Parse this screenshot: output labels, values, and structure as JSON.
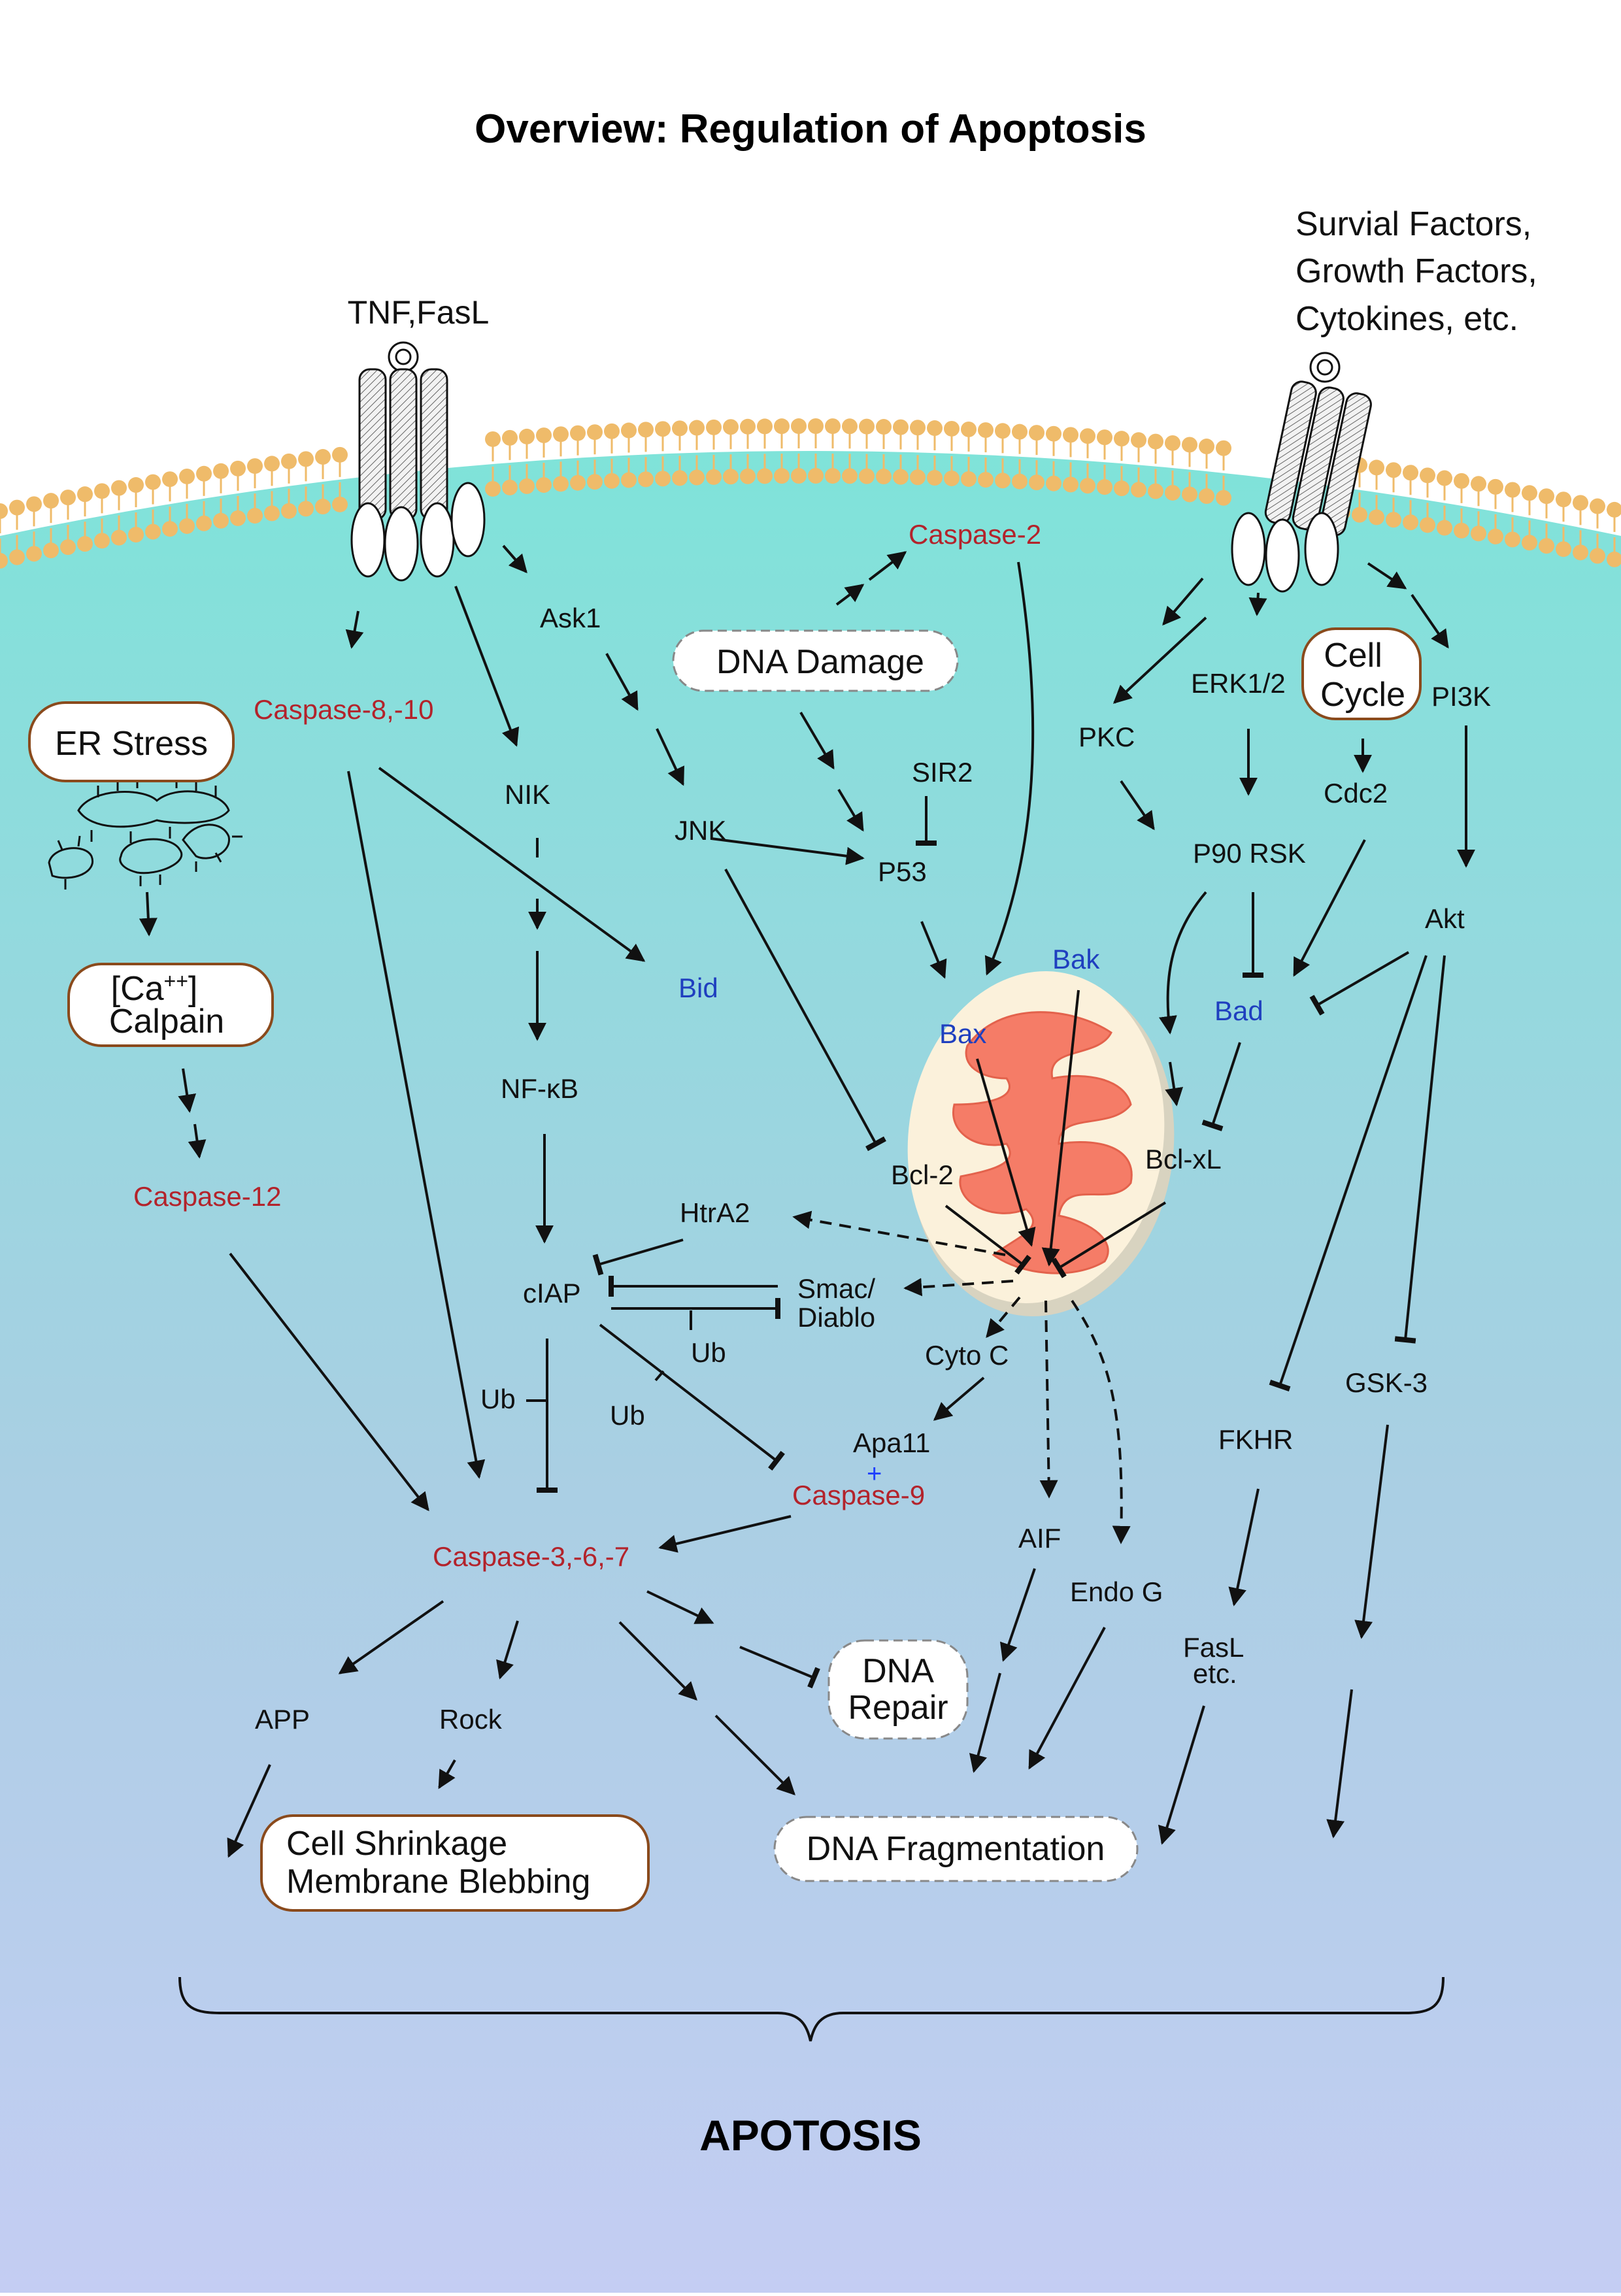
{
  "title": "Overview: Regulation of Apoptosis",
  "footer": "APOTOSIS",
  "colors": {
    "cytoplasm_top": "#7fe3d9",
    "cytoplasm_bottom": "#c4cdf3",
    "lipid_head": "#efbb6a",
    "mito_outer": "#fbf1db",
    "mito_inner": "#f57c67",
    "red_label": "#b3232b",
    "blue_label": "#1f3fbf"
  },
  "ligands": {
    "left": "TNF,FasL",
    "right_line1": "Survial Factors,",
    "right_line2": "Growth Factors,",
    "right_line3": "Cytokines, etc."
  },
  "boxes": {
    "er_stress": "ER Stress",
    "calpain_line1": "[Ca",
    "calpain_sup": "++",
    "calpain_line1_end": "]",
    "calpain_line2": "Calpain",
    "cell_cycle_line1": "Cell",
    "cell_cycle_line2": "Cycle",
    "dna_damage": "DNA Damage",
    "dna_repair_line1": "DNA",
    "dna_repair_line2": "Repair",
    "dna_fragmentation": "DNA Fragmentation",
    "cell_shrinkage_line1": "Cell Shrinkage",
    "cell_shrinkage_line2": "Membrane Blebbing"
  },
  "nodes": {
    "caspase_2": "Caspase-2",
    "caspase_8_10": "Caspase-8,-10",
    "caspase_12": "Caspase-12",
    "caspase_9": "Caspase-9",
    "caspase_3_6_7": "Caspase-3,-6,-7",
    "ask1": "Ask1",
    "nik": "NIK",
    "nfkb": "NF-κB",
    "ciap": "cIAP",
    "jnk": "JNK",
    "sir2": "SIR2",
    "p53": "P53",
    "bid": "Bid",
    "bax": "Bax",
    "bak": "Bak",
    "bad": "Bad",
    "bcl2": "Bcl-2",
    "bclxl": "Bcl-xL",
    "htra2": "HtrA2",
    "smac_line1": "Smac/",
    "smac_line2": "Diablo",
    "ub1": "Ub",
    "ub2": "Ub",
    "ub3": "Ub",
    "cytoc": "Cyto C",
    "apa11": "Apa11",
    "plus": "+",
    "aif": "AIF",
    "endog": "Endo G",
    "pkc": "PKC",
    "erk": "ERK1/2",
    "pi3k": "PI3K",
    "cdc2": "Cdc2",
    "p90rsk": "P90 RSK",
    "akt": "Akt",
    "fkhr": "FKHR",
    "gsk3": "GSK-3",
    "fasl_line1": "FasL",
    "fasl_line2": "etc.",
    "app": "APP",
    "rock": "Rock"
  }
}
